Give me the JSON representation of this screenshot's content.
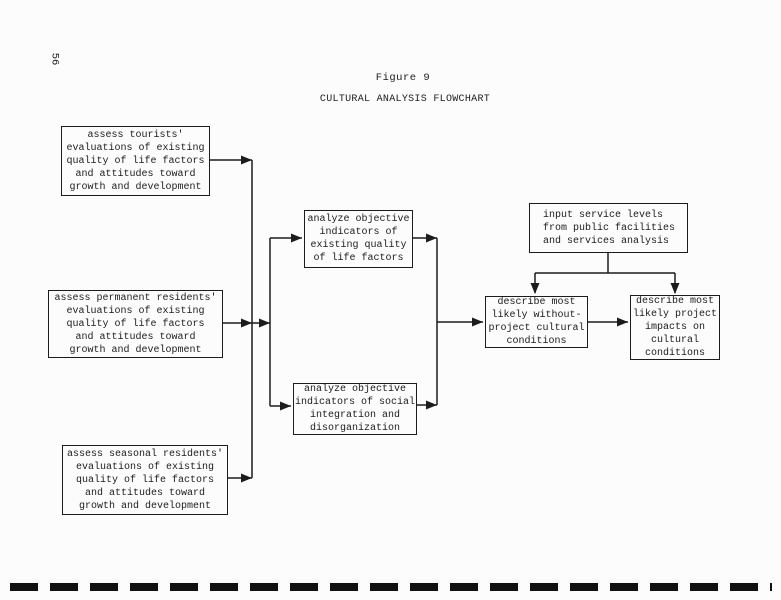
{
  "page": {
    "number": "56"
  },
  "header": {
    "figure_label": "Figure 9",
    "title": "CULTURAL ANALYSIS FLOWCHART"
  },
  "boxes": {
    "assess_tourists": {
      "text": "assess tourists'\nevaluations of existing\nquality of life factors\nand attitudes toward\ngrowth and development"
    },
    "assess_permanent": {
      "text": "assess permanent residents'\nevaluations of existing\nquality of life factors\nand attitudes toward\ngrowth and development"
    },
    "assess_seasonal": {
      "text": "assess seasonal residents'\nevaluations of existing\nquality of life factors\nand attitudes toward\ngrowth and development"
    },
    "analyze_qol": {
      "text": "analyze objective\nindicators of\nexisting quality\nof life factors"
    },
    "analyze_social": {
      "text": "analyze objective\nindicators of social\nintegration and\ndisorganization"
    },
    "input_service": {
      "text": "input service levels\nfrom public facilities\nand services analysis"
    },
    "without_project": {
      "text": "describe most\nlikely without-\nproject cultural\nconditions"
    },
    "project_impacts": {
      "text": "describe most\nlikely project\nimpacts on\ncultural\nconditions"
    }
  },
  "colors": {
    "ink": "#1c1c1c",
    "paper": "#fcfcfc"
  }
}
